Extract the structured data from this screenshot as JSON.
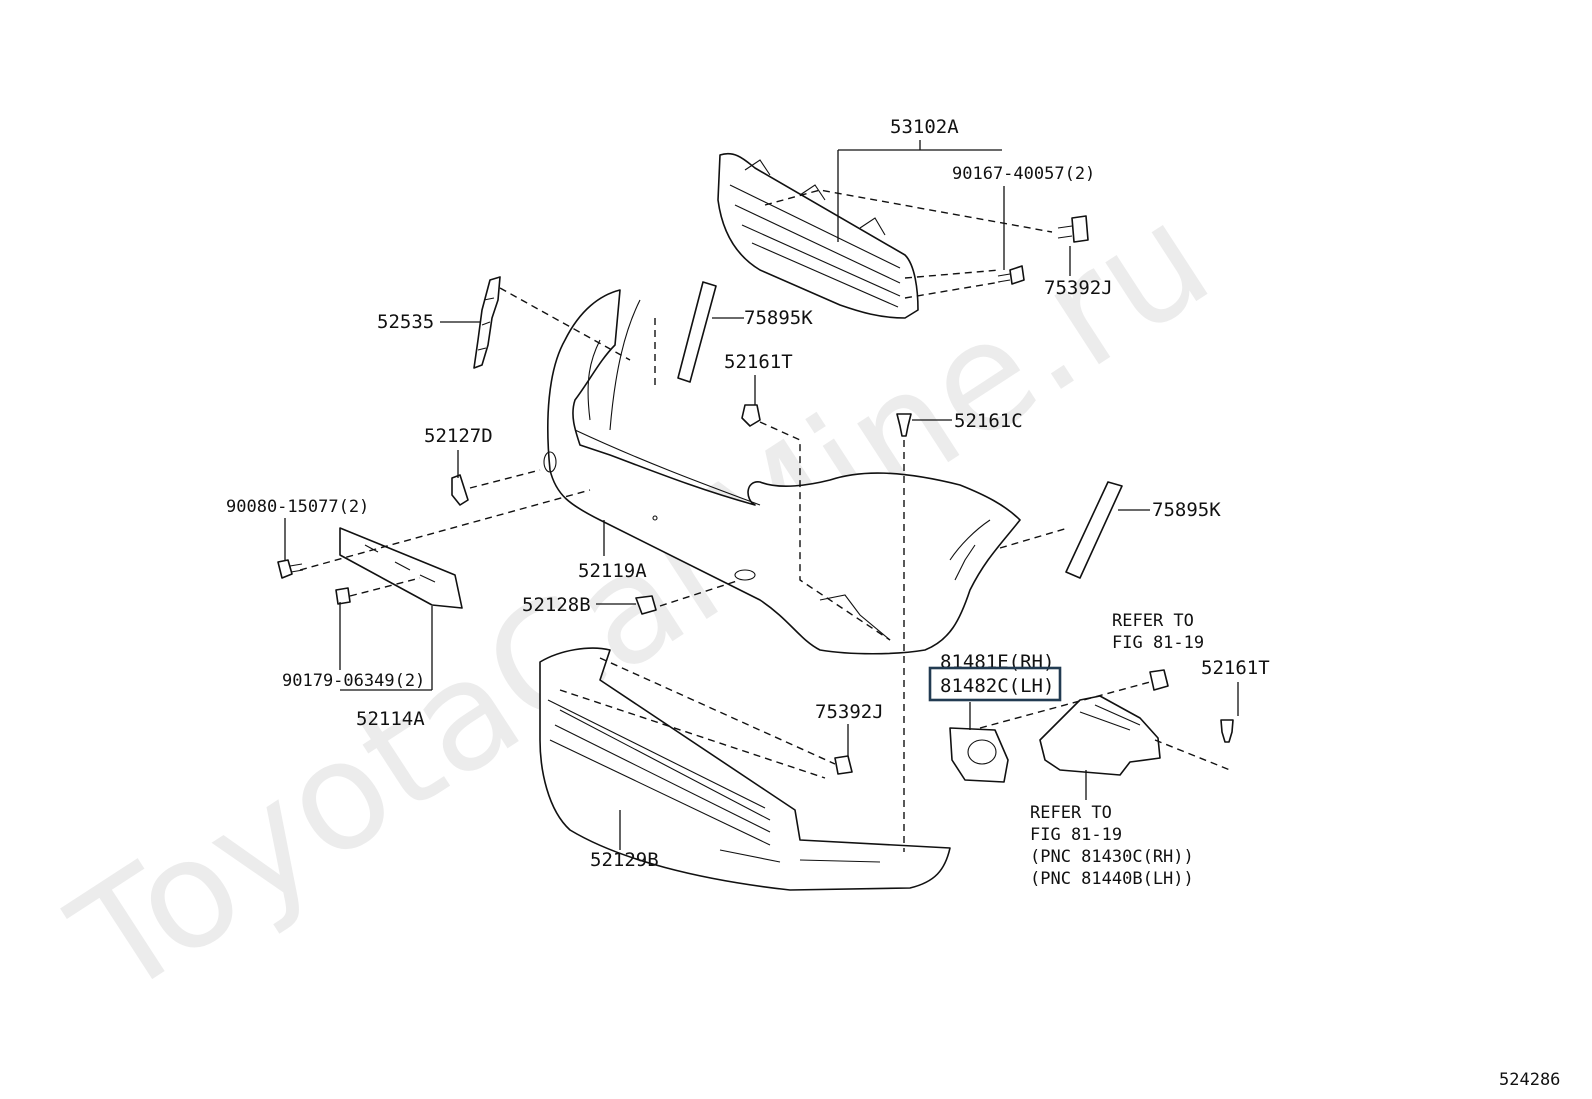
{
  "watermark": "ToyotaCarMine.ru",
  "figure_number": "524286",
  "labels": {
    "p53102A": "53102A",
    "p90167": "90167-40057(2)",
    "p75392J_top": "75392J",
    "p52535": "52535",
    "p75895K_top": "75895K",
    "p52161T_top": "52161T",
    "p52161C": "52161C",
    "p52127D": "52127D",
    "p90080": "90080-15077(2)",
    "p52119A": "52119A",
    "p75895K_right": "75895K",
    "p52128B": "52128B",
    "p90179": "90179-06349(2)",
    "p52114A": "52114A",
    "p81481E": "81481E(RH)",
    "p81482C": "81482C(LH)",
    "refer_top_1": "REFER TO",
    "refer_top_2": "FIG 81-19",
    "p52161T_right": "52161T",
    "p75392J_bottom": "75392J",
    "p52129B": "52129B",
    "refer_bottom_1": "REFER TO",
    "refer_bottom_2": "FIG 81-19",
    "pnc_rh": "(PNC 81430C(RH))",
    "pnc_lh": "(PNC 81440B(LH))"
  },
  "highlight_color": "#223b52"
}
